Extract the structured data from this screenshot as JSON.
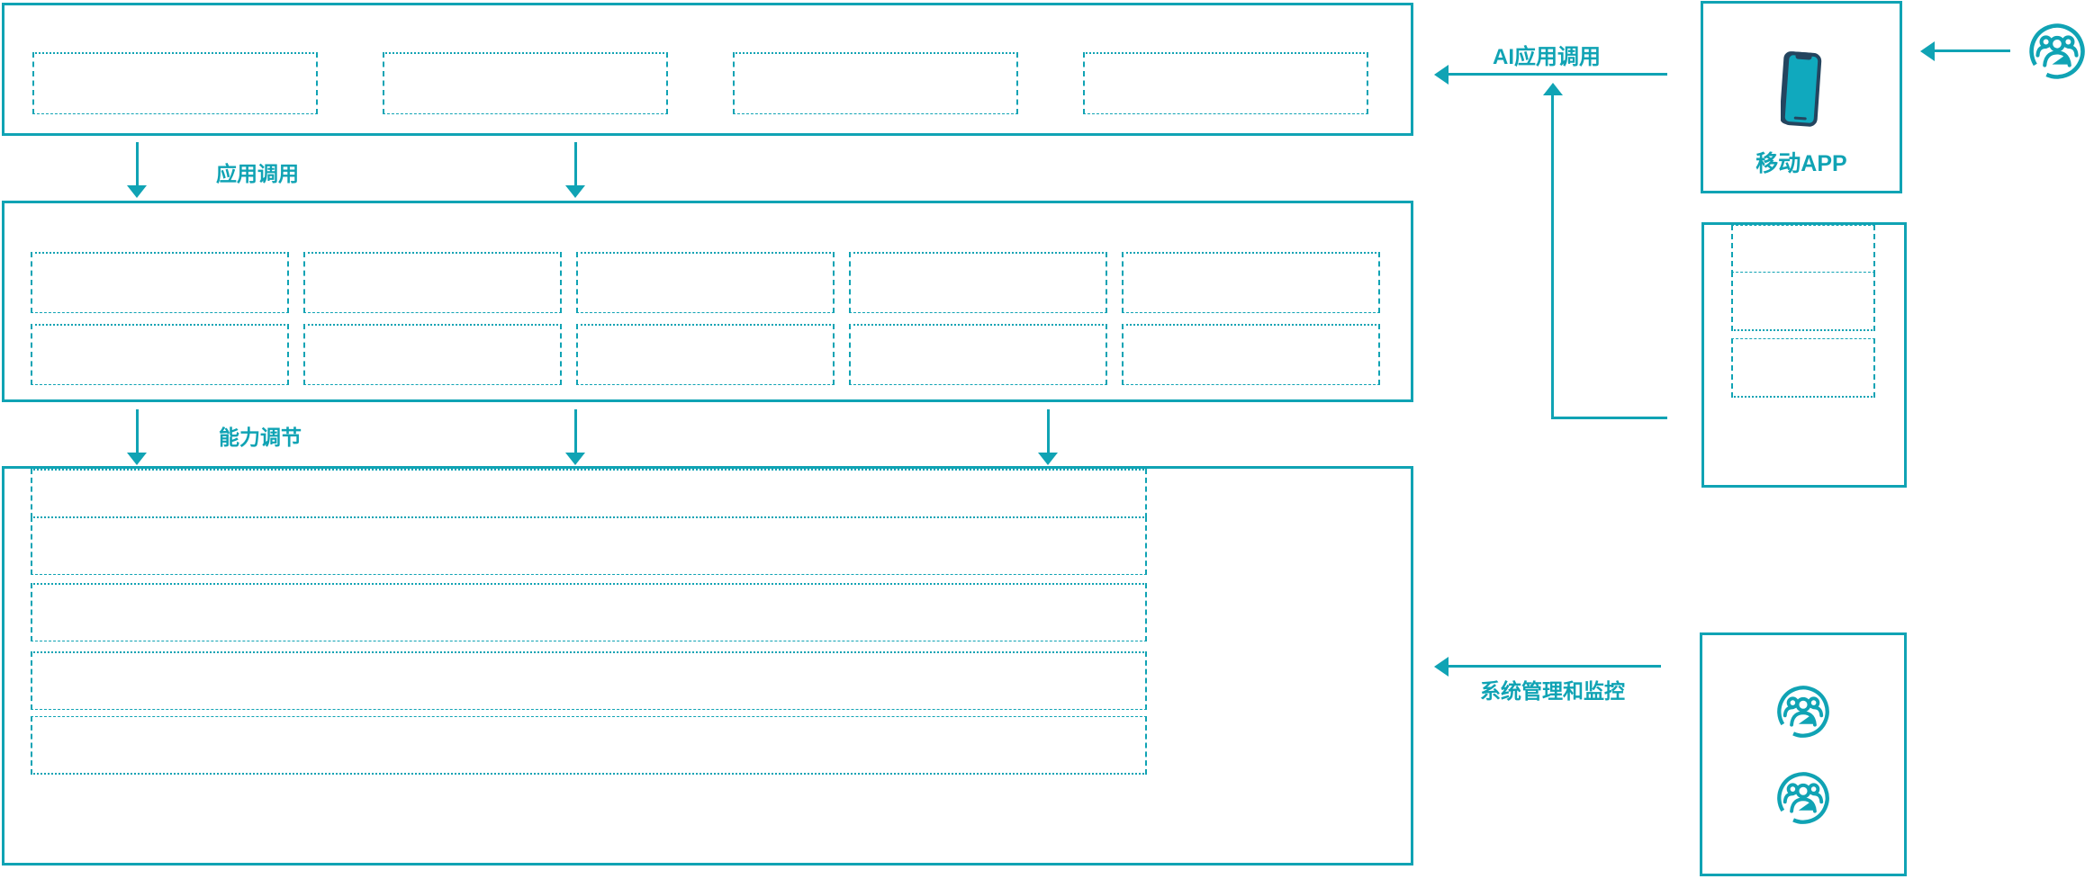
{
  "colors": {
    "accent_teal": "#10A3B4",
    "phone_frame_navy": "#24455F",
    "phone_screen_teal": "#10A9BE"
  },
  "layers": {
    "app_layer": {
      "placeholder_count": 4
    },
    "capability_layer": {
      "row1_placeholder_count": 5,
      "row2_placeholder_count": 5
    },
    "platform_layer": {
      "placeholder_count": 5
    }
  },
  "flow_labels": {
    "app_call": "应用调用",
    "capability_adjust": "能力调节",
    "ai_app_call": "AI应用调用",
    "system_monitor": "系统管理和监控"
  },
  "right_panel": {
    "mobile_app": {
      "label": "移动APP",
      "icon": "smartphone-icon"
    },
    "ai_service_box": {
      "placeholder_count": 3
    },
    "admin_box": {
      "user_icon_count": 2,
      "icon": "users-group-icon"
    }
  },
  "top_right": {
    "icon": "users-group-icon"
  }
}
